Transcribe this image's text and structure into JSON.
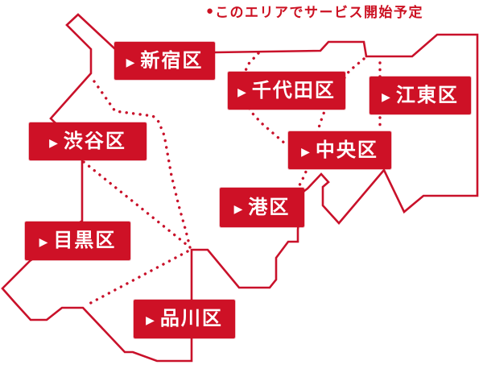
{
  "legend": {
    "marker": "●",
    "text": "このエリアでサービス開始予定"
  },
  "ui": {
    "arrow_glyph": "▶"
  },
  "map": {
    "description": "Stylized outline map of central Tokyo wards; solid red outer boundary, dotted red inner ward boundaries",
    "wards": [
      {
        "id": "shinjuku",
        "name": "新宿区"
      },
      {
        "id": "chiyoda",
        "name": "千代田区"
      },
      {
        "id": "koto",
        "name": "江東区"
      },
      {
        "id": "shibuya",
        "name": "渋谷区"
      },
      {
        "id": "chuo",
        "name": "中央区"
      },
      {
        "id": "minato",
        "name": "港区"
      },
      {
        "id": "meguro",
        "name": "目黒区"
      },
      {
        "id": "shinagawa",
        "name": "品川区"
      }
    ]
  },
  "colors": {
    "line_red": "#c9112a",
    "label_bg": "#ce1126",
    "label_text": "#ffffff",
    "legend_text": "#cc1122",
    "background": "#ffffff"
  }
}
